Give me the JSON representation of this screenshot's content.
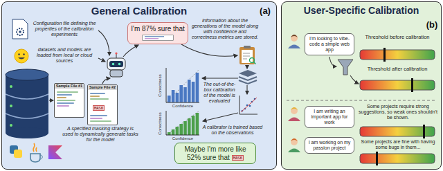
{
  "diagram": {
    "nodes": [
      {
        "text": [
          "General Calibration"
        ]
      },
      {
        "text": [
          "I'm 87% sure that"
        ],
        "in": 0
      },
      {
        "text": [
          "Sample File #1"
        ],
        "in": 0
      },
      {
        "text": [
          "Sample File #2",
          "MASK"
        ],
        "in": 0
      },
      {
        "text": [
          "Maybe I'm more like 52% sure that",
          "MASK"
        ],
        "in": 0
      },
      {
        "text": [
          "User-Specific Calibration"
        ]
      },
      {
        "text": [
          "I'm looking to vibe-code a simple web app"
        ],
        "in": 5
      },
      {
        "text": [
          "I am writing an important app for work"
        ],
        "in": 5
      },
      {
        "text": [
          "I am working on my passion project"
        ],
        "in": 5
      }
    ],
    "labels": [
      "(a)",
      "Configuration file defining the properties of the calibration experiments",
      "Information about the generations of the model along with confidence and correctness metrics are stored.",
      "datasets and models are loaded from local or cloud sources",
      "The out-of-the-box calibration of the model is evaluated",
      "Correctness",
      "Confidence",
      "A calibrator is trained based on the observations",
      "Correctness",
      "Confidence",
      "A specified masking strategy is used to dynamically generate tasks for the model",
      "(b)",
      "Threshold before calibration",
      "Threshold after calibration",
      "Some projects require strong suggestions, so weak ones shouldn't be shown.",
      "Some projects are fine with having some bugs in them..."
    ]
  }
}
